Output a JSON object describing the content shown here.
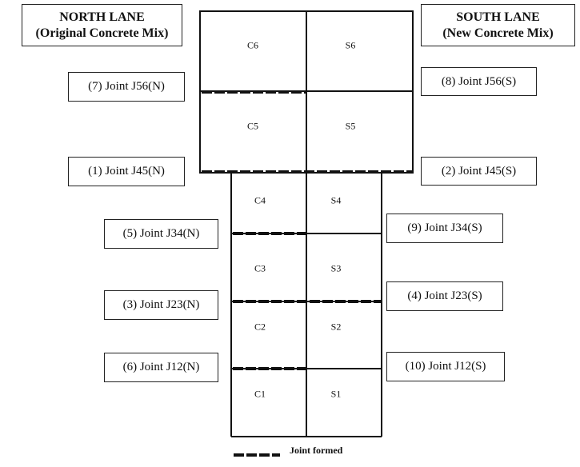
{
  "headers": {
    "north": {
      "line1": "NORTH LANE",
      "line2": "(Original Concrete Mix)"
    },
    "south": {
      "line1": "SOUTH LANE",
      "line2": "(New Concrete Mix)"
    }
  },
  "slabs": {
    "C6": "C6",
    "S6": "S6",
    "C5": "C5",
    "S5": "S5",
    "C4": "C4",
    "S4": "S4",
    "C3": "C3",
    "S3": "S3",
    "C2": "C2",
    "S2": "S2",
    "C1": "C1",
    "S1": "S1"
  },
  "joints": {
    "j56n": "(7) Joint J56(N)",
    "j56s": "(8) Joint J56(S)",
    "j45n": "(1) Joint J45(N)",
    "j45s": "(2) Joint J45(S)",
    "j34n": "(5) Joint J34(N)",
    "j34s": "(9) Joint J34(S)",
    "j23n": "(3) Joint J23(N)",
    "j23s": "(4) Joint J23(S)",
    "j12n": "(6) Joint J12(N)",
    "j12s": "(10) Joint J12(S)"
  },
  "legend": {
    "label": "Joint formed"
  }
}
